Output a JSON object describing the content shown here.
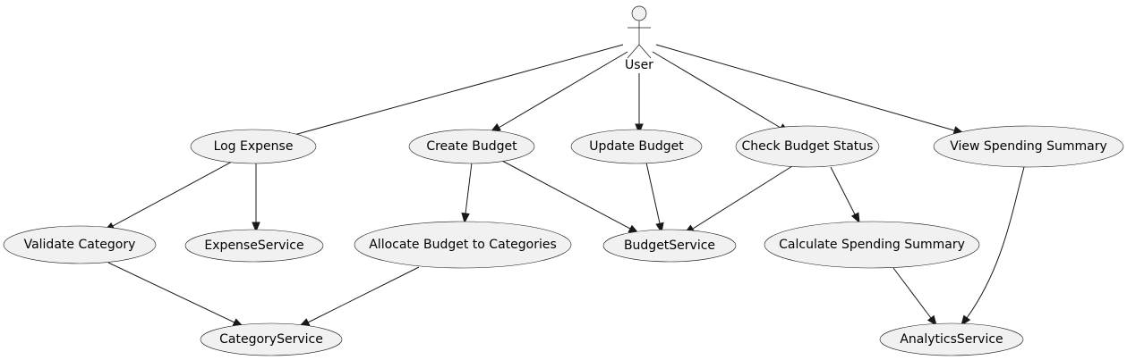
{
  "actor": {
    "id": "user",
    "label": "User"
  },
  "use_cases": [
    {
      "id": "log_expense",
      "label": "Log Expense"
    },
    {
      "id": "create_budget",
      "label": "Create Budget"
    },
    {
      "id": "update_budget",
      "label": "Update Budget"
    },
    {
      "id": "check_budget_status",
      "label": "Check Budget Status"
    },
    {
      "id": "view_spending_summary",
      "label": "View Spending Summary"
    },
    {
      "id": "validate_category",
      "label": "Validate Category"
    },
    {
      "id": "expense_service",
      "label": "ExpenseService"
    },
    {
      "id": "allocate_budget",
      "label": "Allocate Budget to Categories"
    },
    {
      "id": "budget_service",
      "label": "BudgetService"
    },
    {
      "id": "calculate_spending_summary",
      "label": "Calculate Spending Summary"
    },
    {
      "id": "category_service",
      "label": "CategoryService"
    },
    {
      "id": "analytics_service",
      "label": "AnalyticsService"
    }
  ],
  "edges": [
    {
      "from": "user",
      "to": "log_expense"
    },
    {
      "from": "user",
      "to": "create_budget"
    },
    {
      "from": "user",
      "to": "update_budget"
    },
    {
      "from": "user",
      "to": "check_budget_status"
    },
    {
      "from": "user",
      "to": "view_spending_summary"
    },
    {
      "from": "log_expense",
      "to": "validate_category"
    },
    {
      "from": "log_expense",
      "to": "expense_service"
    },
    {
      "from": "create_budget",
      "to": "allocate_budget"
    },
    {
      "from": "create_budget",
      "to": "budget_service"
    },
    {
      "from": "update_budget",
      "to": "budget_service"
    },
    {
      "from": "check_budget_status",
      "to": "budget_service"
    },
    {
      "from": "check_budget_status",
      "to": "calculate_spending_summary"
    },
    {
      "from": "view_spending_summary",
      "to": "analytics_service"
    },
    {
      "from": "validate_category",
      "to": "category_service"
    },
    {
      "from": "allocate_budget",
      "to": "category_service"
    },
    {
      "from": "calculate_spending_summary",
      "to": "analytics_service"
    }
  ]
}
